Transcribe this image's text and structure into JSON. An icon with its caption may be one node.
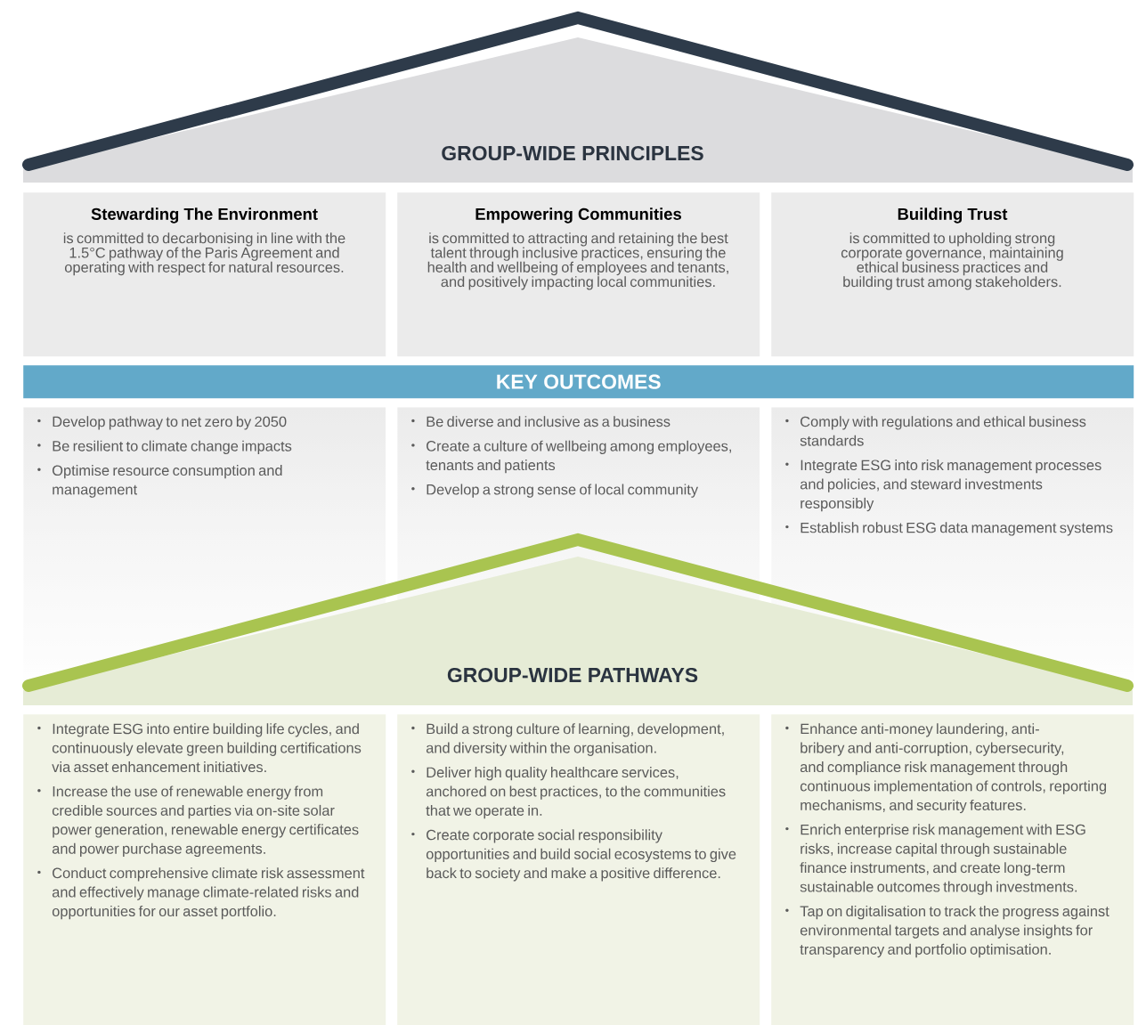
{
  "diagram": {
    "nodes": [
      {
        "text": [
          "GROUP-WIDE PRINCIPLES"
        ]
      },
      {
        "text": [
          "Stewarding The Environment",
          "is committed to decarbonising in line with the 1.5°C pathway of the Paris Agreement and operating with respect for natural resources."
        ]
      },
      {
        "text": [
          "Empowering Communities",
          "is committed to attracting and retaining the best talent through inclusive practices, ensuring the health and wellbeing of employees and tenants, and positively impacting local communities."
        ]
      },
      {
        "text": [
          "Building Trust",
          "is committed to upholding strong corporate governance, maintaining ethical business practices and building trust among stakeholders."
        ]
      },
      {
        "text": [
          "KEY OUTCOMES"
        ]
      },
      {
        "text": [
          "Develop pathway to net zero by 2050",
          "Be resilient to climate change impacts",
          "Optimise resource consumption and management"
        ]
      },
      {
        "text": [
          "Be diverse and inclusive as a business",
          "Create a culture of wellbeing among employees, tenants and patients",
          "Develop a strong sense of local community"
        ]
      },
      {
        "text": [
          "Comply with regulations and ethical business standards",
          "Integrate ESG into risk management processes and policies, and steward investments responsibly",
          "Establish robust ESG data management systems"
        ]
      },
      {
        "text": [
          "GROUP-WIDE PATHWAYS"
        ]
      },
      {
        "text": [
          "Integrate ESG into entire building life cycles, and continuously elevate green building certifications via asset enhancement initiatives.",
          "Increase the use of renewable energy from credible sources and parties via on-site solar power generation, renewable energy certificates and power purchase agreements.",
          "Conduct comprehensive climate risk assessment and effectively manage climate-related risks and opportunities for our asset portfolio."
        ]
      },
      {
        "text": [
          "Build a strong culture of learning, development, and diversity within the organisation.",
          "Deliver high quality healthcare services, anchored on best practices, to the communities that we operate in.",
          "Create corporate social responsibility opportunities and build social ecosystems to give back to society and make a positive difference."
        ]
      },
      {
        "text": [
          "Enhance anti-money laundering, anti-bribery and anti-corruption, cybersecurity, and compliance risk management through continuous implementation of controls, reporting mechanisms, and security features.",
          "Enrich enterprise risk management with ESG risks, increase capital through sustainable finance instruments, and create long-term sustainable outcomes through investments.",
          "Tap on digitalisation to track the progress against environmental targets and analyse insights for transparency and portfolio optimisation."
        ]
      }
    ]
  }
}
